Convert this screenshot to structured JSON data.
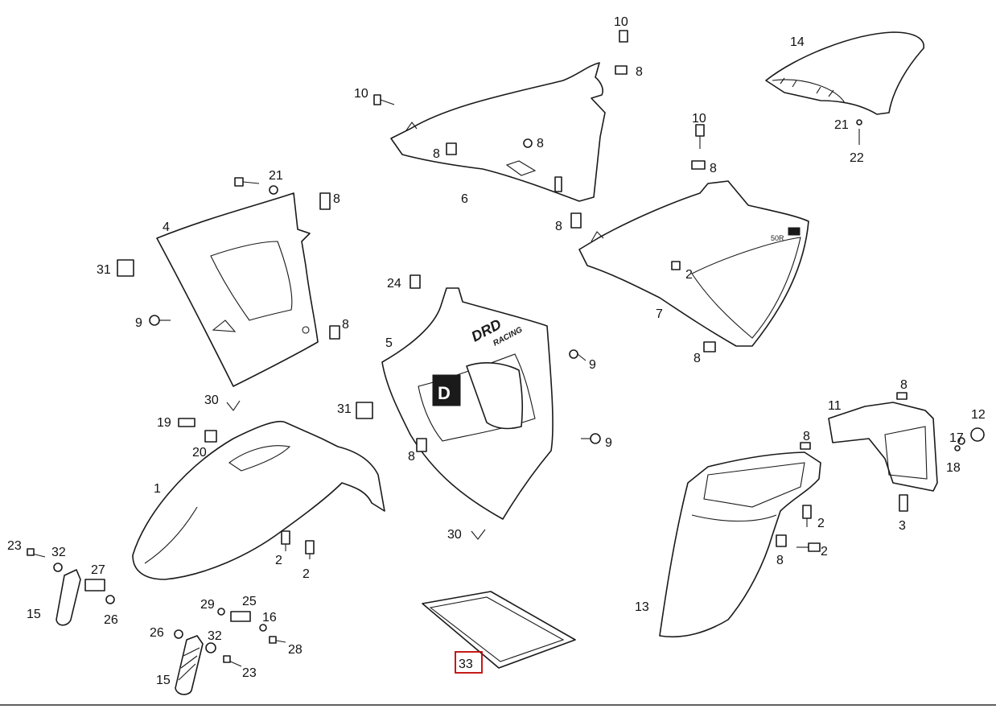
{
  "labels": [
    {
      "id": "l10a",
      "text": "10"
    },
    {
      "id": "l8a",
      "text": "8"
    },
    {
      "id": "l14",
      "text": "14"
    },
    {
      "id": "l10b",
      "text": "10"
    },
    {
      "id": "l6",
      "text": "6"
    },
    {
      "id": "l8b",
      "text": "8"
    },
    {
      "id": "l8c",
      "text": "8"
    },
    {
      "id": "l10c",
      "text": "10"
    },
    {
      "id": "l8d",
      "text": "8"
    },
    {
      "id": "l21a",
      "text": "21"
    },
    {
      "id": "l22",
      "text": "22"
    },
    {
      "id": "l21b",
      "text": "21"
    },
    {
      "id": "l8e",
      "text": "8"
    },
    {
      "id": "l4",
      "text": "4"
    },
    {
      "id": "l8f",
      "text": "8"
    },
    {
      "id": "l31a",
      "text": "31"
    },
    {
      "id": "l9a",
      "text": "9"
    },
    {
      "id": "l8g",
      "text": "8"
    },
    {
      "id": "l24",
      "text": "24"
    },
    {
      "id": "l2a",
      "text": "2"
    },
    {
      "id": "l7",
      "text": "7"
    },
    {
      "id": "l5",
      "text": "5"
    },
    {
      "id": "l9b",
      "text": "9"
    },
    {
      "id": "l8h",
      "text": "8"
    },
    {
      "id": "l30a",
      "text": "30"
    },
    {
      "id": "l31b",
      "text": "31"
    },
    {
      "id": "l19",
      "text": "19"
    },
    {
      "id": "l20",
      "text": "20"
    },
    {
      "id": "l9c",
      "text": "9"
    },
    {
      "id": "l8i",
      "text": "8"
    },
    {
      "id": "l8j",
      "text": "8"
    },
    {
      "id": "l11",
      "text": "11"
    },
    {
      "id": "l12",
      "text": "12"
    },
    {
      "id": "l8k",
      "text": "8"
    },
    {
      "id": "l17",
      "text": "17"
    },
    {
      "id": "l18",
      "text": "18"
    },
    {
      "id": "l1",
      "text": "1"
    },
    {
      "id": "l30b",
      "text": "30"
    },
    {
      "id": "l2b",
      "text": "2"
    },
    {
      "id": "l2c",
      "text": "2"
    },
    {
      "id": "l3",
      "text": "3"
    },
    {
      "id": "l2d",
      "text": "2"
    },
    {
      "id": "l2e",
      "text": "2"
    },
    {
      "id": "l8l",
      "text": "8"
    },
    {
      "id": "l23a",
      "text": "23"
    },
    {
      "id": "l32a",
      "text": "32"
    },
    {
      "id": "l27",
      "text": "27"
    },
    {
      "id": "l15a",
      "text": "15"
    },
    {
      "id": "l26a",
      "text": "26"
    },
    {
      "id": "l29",
      "text": "29"
    },
    {
      "id": "l25",
      "text": "25"
    },
    {
      "id": "l16",
      "text": "16"
    },
    {
      "id": "l13",
      "text": "13"
    },
    {
      "id": "l26b",
      "text": "26"
    },
    {
      "id": "l32b",
      "text": "32"
    },
    {
      "id": "l28",
      "text": "28"
    },
    {
      "id": "l23b",
      "text": "23"
    },
    {
      "id": "l15b",
      "text": "15"
    },
    {
      "id": "l33",
      "text": "33"
    }
  ],
  "highlighted_part": "33",
  "decals": {
    "brand_top": "DRD",
    "brand_bottom": "RACING",
    "letter": "D",
    "model_badge": "50R"
  },
  "colors": {
    "highlight": "#c00000",
    "line": "#1a1a1a"
  }
}
